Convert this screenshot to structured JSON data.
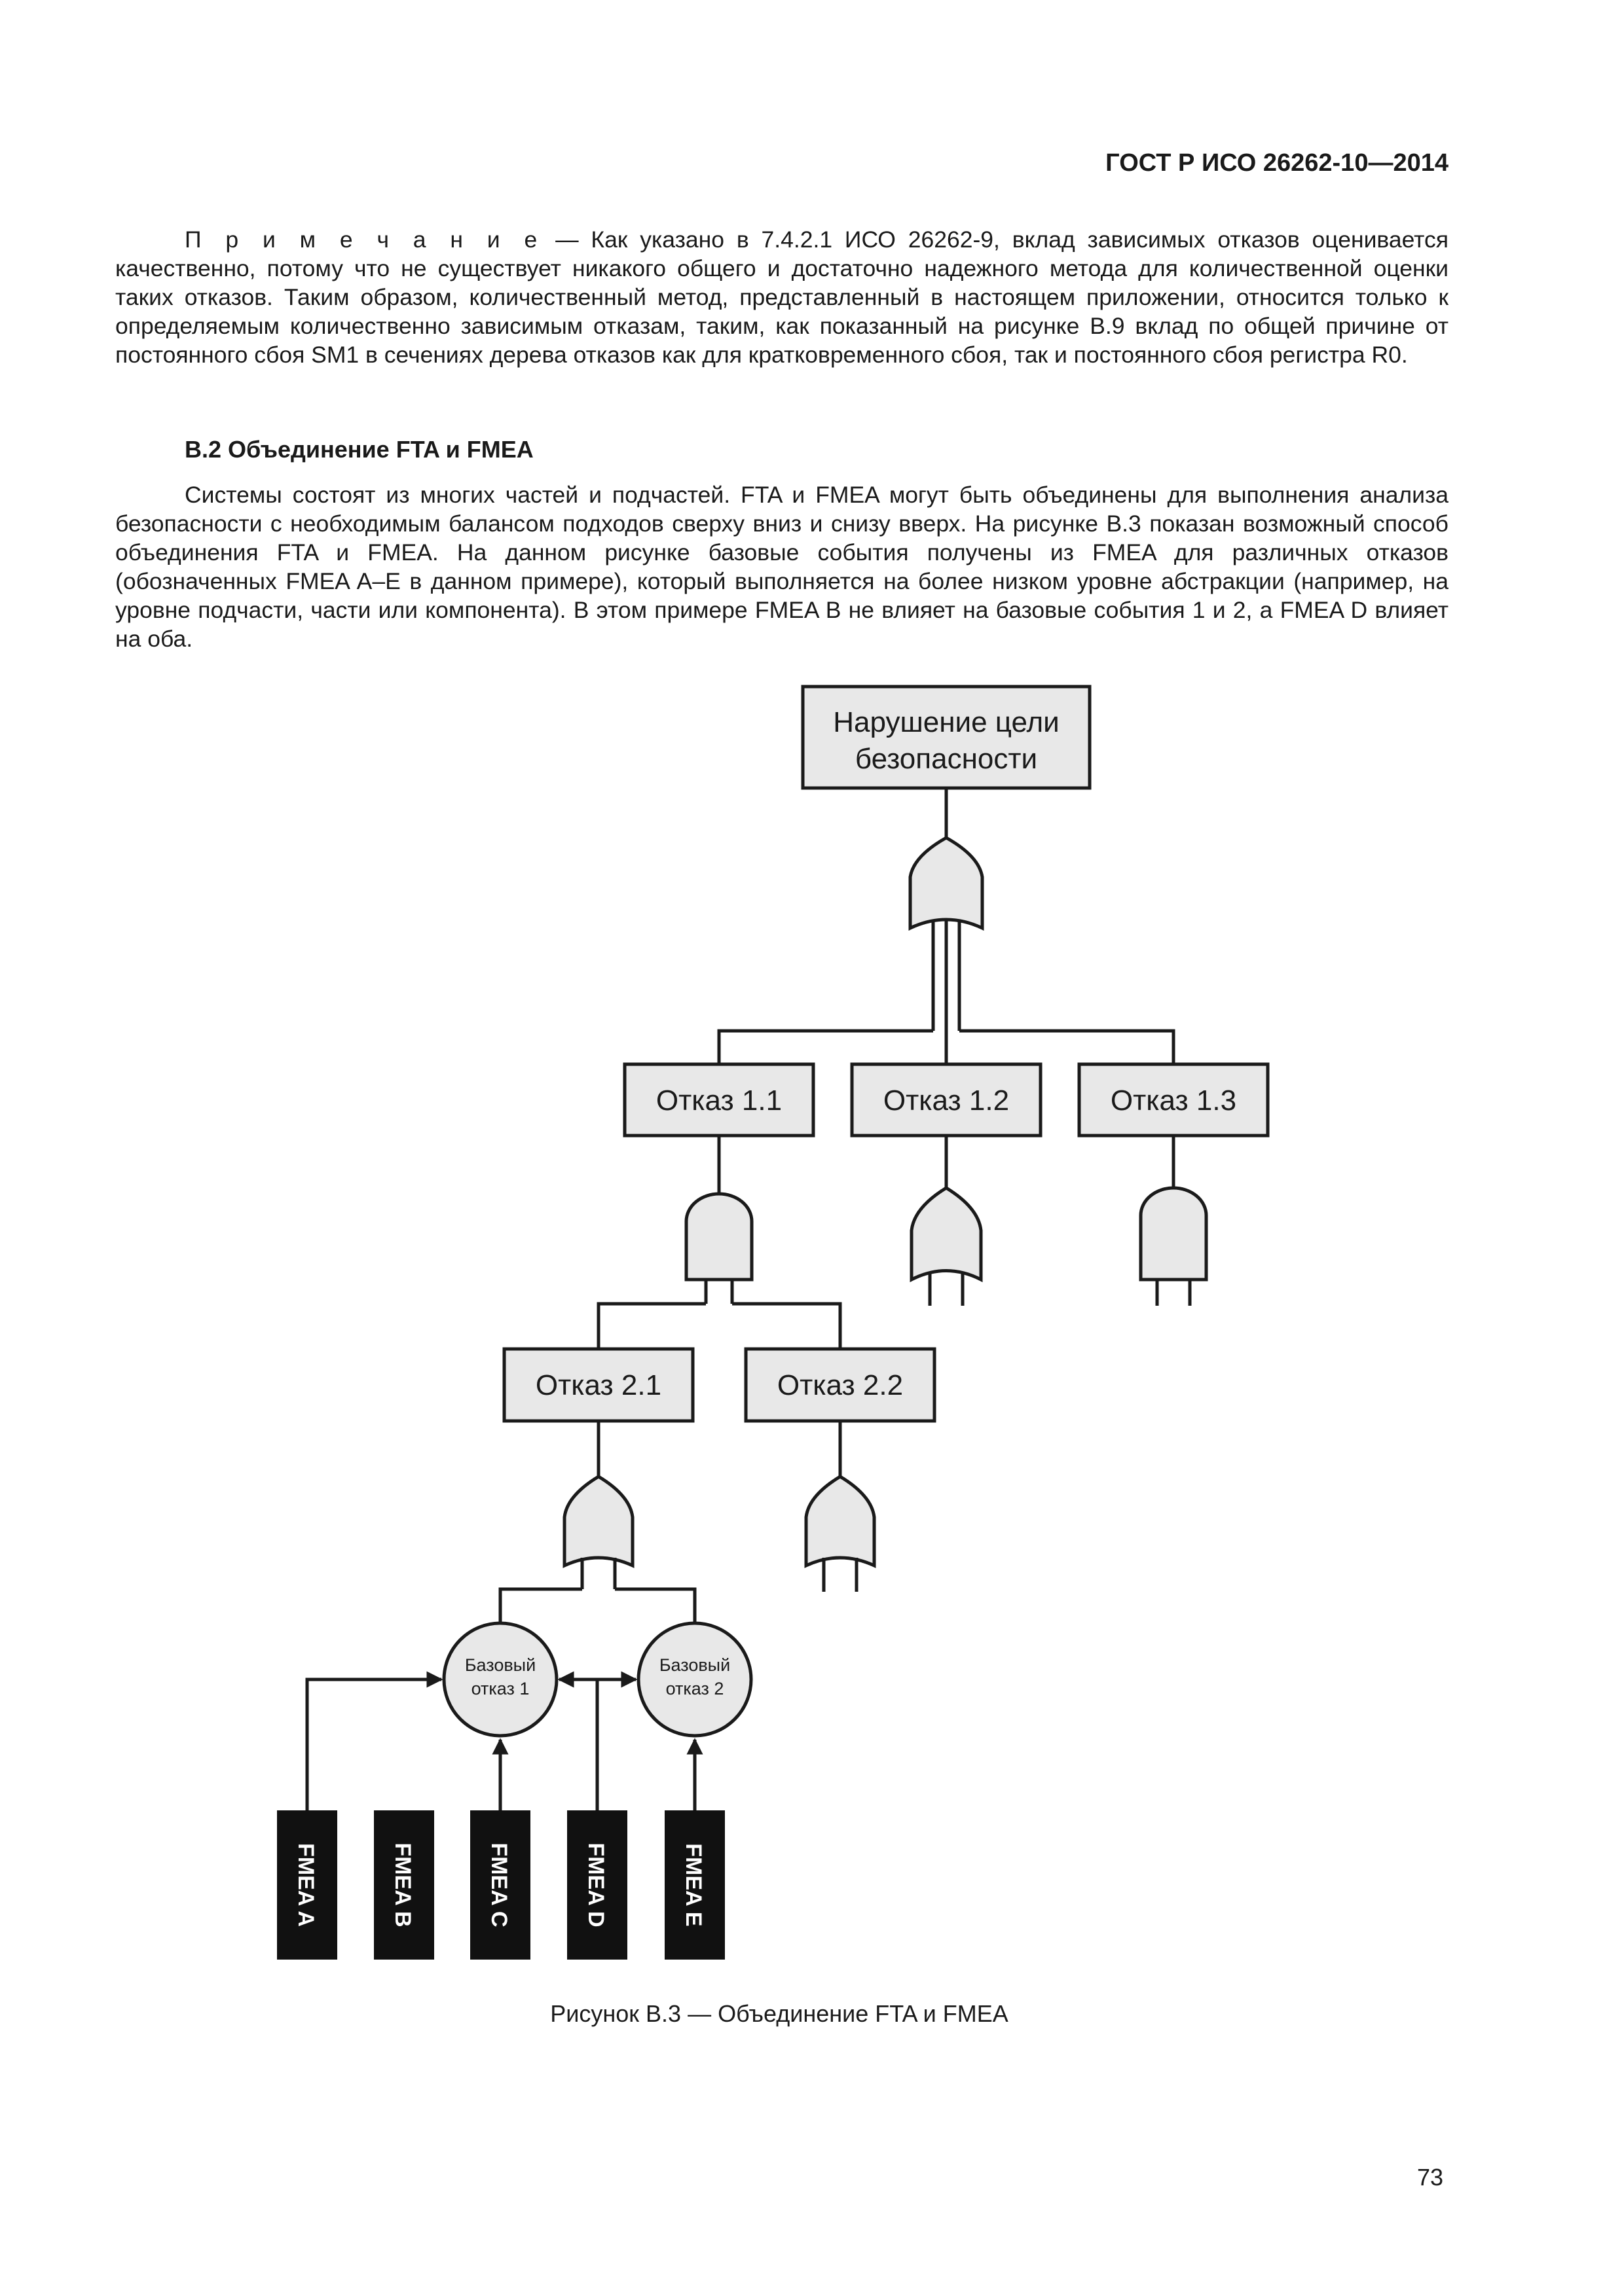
{
  "header": {
    "doc_id": "ГОСТ Р ИСО 26262-10—2014"
  },
  "note": {
    "lead": "П р и м е ч а н и е",
    "text": " — Как указано в 7.4.2.1 ИСО 26262-9, вклад зависимых отказов оценивается качественно, потому что не существует никакого общего и достаточно надежного метода для количественной оценки таких отказов. Таким образом, количественный метод, представленный в настоящем приложении, относится только к определяемым количественно зависимым отказам, таким, как показанный на рисунке B.9 вклад по общей причине от постоянного сбоя SM1 в сечениях дерева отказов как для кратковременного сбоя, так и постоянного сбоя регистра R0."
  },
  "section": {
    "title": "B.2 Объединение FTA и FMEA"
  },
  "body_paragraph": "Системы состоят из многих частей и подчастей. FTA и FMEA могут быть объединены для выполнения анализа безопасности с необходимым балансом подходов сверху вниз и снизу вверх. На рисунке B.3 показан возможный способ объединения FTA и FMEA. На данном рисунке базовые события получены из FMEA для различных отказов (обозначенных FMEA A–E в данном примере), который выполняется на более низком уровне абстракции (например, на уровне подчасти, части или компонента). В этом примере FMEA B не влияет на базовые события 1 и 2, а FMEA D влияет на оба.",
  "diagram": {
    "top_event": {
      "line1": "Нарушение цели",
      "line2": "безопасности"
    },
    "failures_level1": [
      "Отказ 1.1",
      "Отказ 1.2",
      "Отказ 1.3"
    ],
    "failures_level2": [
      "Отказ 2.1",
      "Отказ 2.2"
    ],
    "basic_events": [
      {
        "line1": "Базовый",
        "line2": "отказ 1"
      },
      {
        "line1": "Базовый",
        "line2": "отказ 2"
      }
    ],
    "fmea_blocks": [
      "FMEA A",
      "FMEA B",
      "FMEA C",
      "FMEA D",
      "FMEA E"
    ],
    "gates": {
      "top": "or",
      "failure_1_1": "and",
      "failure_1_2": "or",
      "failure_1_3": "and",
      "failure_2_1": "or",
      "failure_2_2": "or"
    }
  },
  "caption": "Рисунок B.3 — Объединение FTA и FMEA",
  "page_number": "73"
}
